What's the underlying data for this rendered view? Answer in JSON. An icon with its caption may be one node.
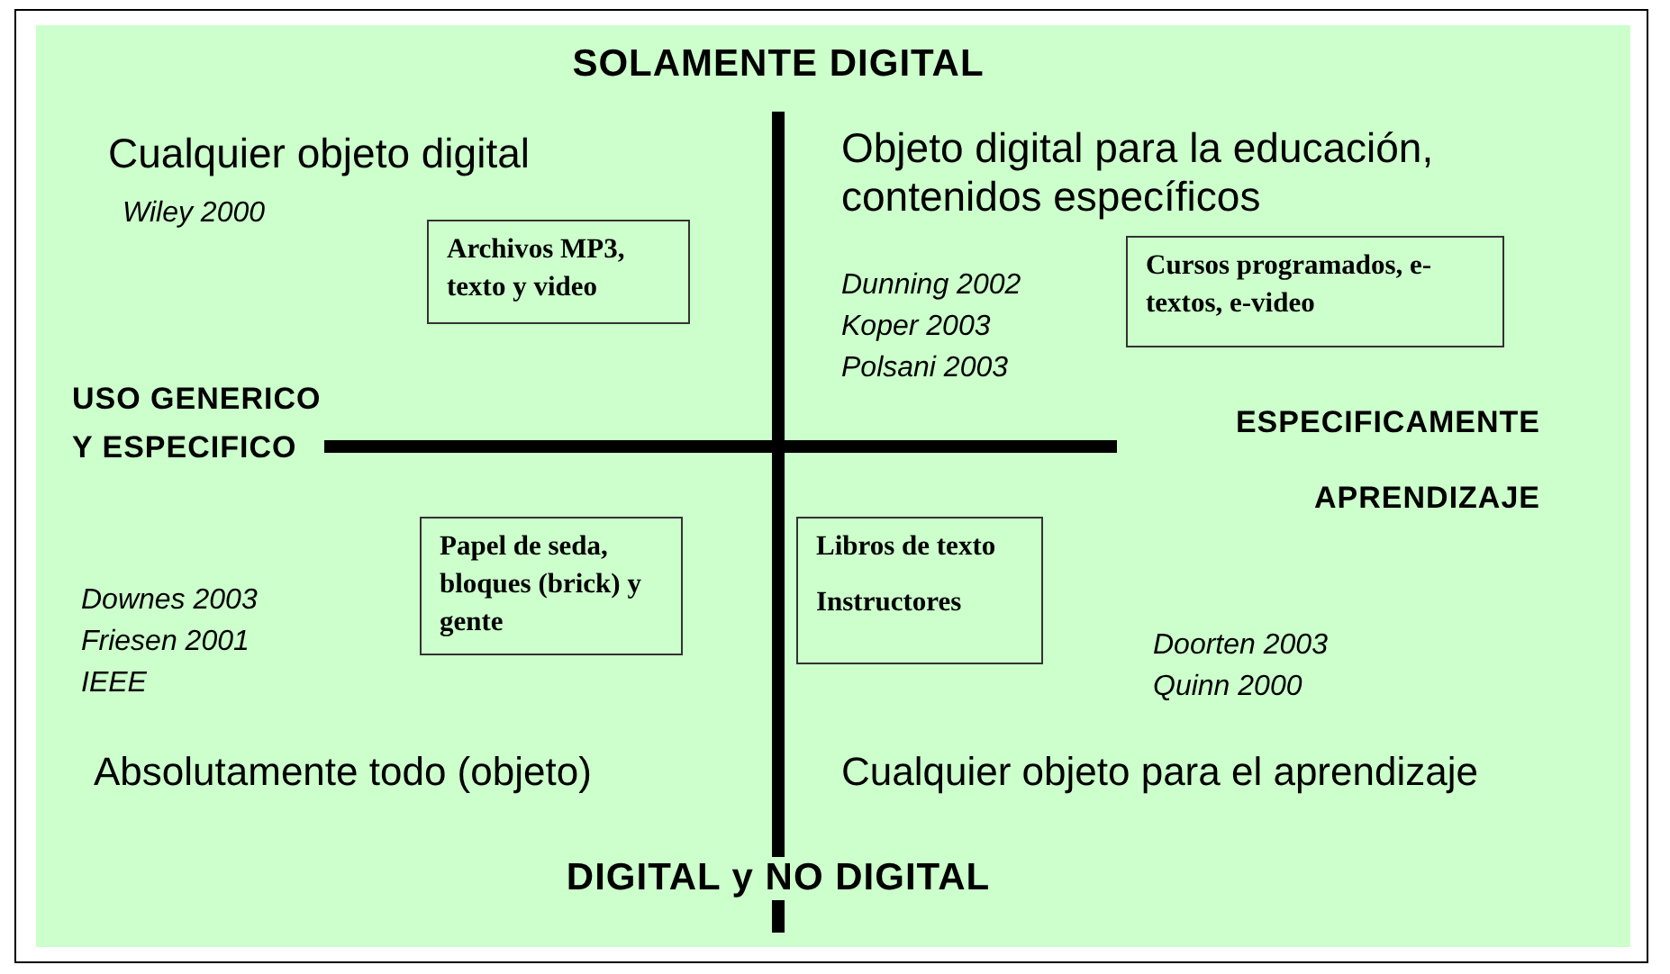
{
  "diagram": {
    "nodes": [
      {
        "text": [
          "Archivos MP3, texto y video"
        ]
      },
      {
        "text": [
          "Cursos programados, e-textos, e-video"
        ]
      },
      {
        "text": [
          "Papel de seda, bloques (brick) y gente"
        ]
      },
      {
        "text": [
          "Libros de texto",
          "Instructores"
        ]
      }
    ],
    "edges": [],
    "labels": [
      "SOLAMENTE DIGITAL",
      "Cualquier objeto digital",
      "Wiley 2000",
      "Objeto digital para la educación, contenidos específicos",
      "Dunning 2002",
      "Koper 2003",
      "Polsani 2003",
      "USO GENERICO Y ESPECIFICO",
      "ESPECIFICAMENTE APRENDIZAJE",
      "Downes 2003",
      "Friesen 2001",
      "IEEE",
      "Doorten 2003",
      "Quinn 2000",
      "Absolutamente todo (objeto)",
      "Cualquier objeto para el aprendizaje",
      "DIGITAL y NO DIGITAL"
    ]
  }
}
